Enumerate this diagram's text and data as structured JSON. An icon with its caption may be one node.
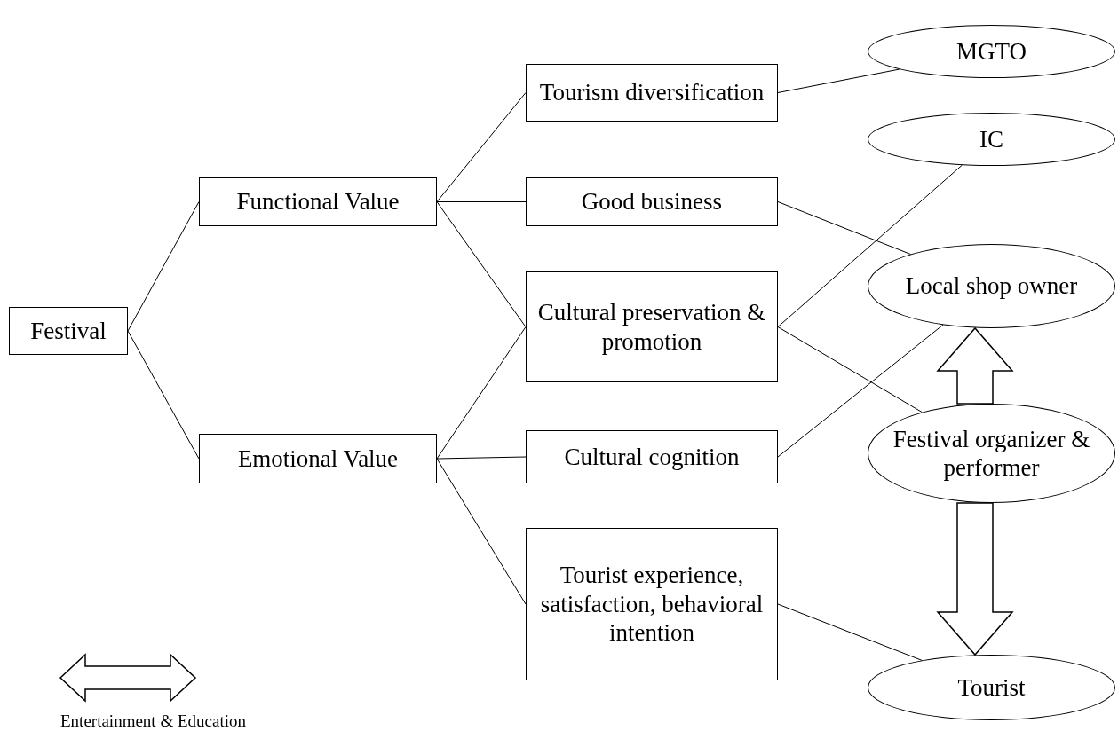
{
  "diagram": {
    "nodes": [
      {
        "text": [
          "Festival"
        ]
      },
      {
        "text": [
          "Functional Value"
        ]
      },
      {
        "text": [
          "Emotional Value"
        ]
      },
      {
        "text": [
          "Tourism diversification"
        ]
      },
      {
        "text": [
          "Good business"
        ]
      },
      {
        "text": [
          "Cultural preservation & promotion"
        ]
      },
      {
        "text": [
          "Cultural cognition"
        ]
      },
      {
        "text": [
          "Tourist experience, satisfaction, behavioral intention"
        ]
      },
      {
        "text": [
          "MGTO"
        ]
      },
      {
        "text": [
          "IC"
        ]
      },
      {
        "text": [
          "Local shop owner"
        ]
      },
      {
        "text": [
          "Festival organizer & performer"
        ]
      },
      {
        "text": [
          "Tourist"
        ]
      }
    ],
    "edges": [
      {
        "from": 0,
        "to": 1,
        "arrow": "none"
      },
      {
        "from": 0,
        "to": 2,
        "arrow": "none"
      },
      {
        "from": 1,
        "to": 3,
        "arrow": "none"
      },
      {
        "from": 1,
        "to": 4,
        "arrow": "none"
      },
      {
        "from": 1,
        "to": 5,
        "arrow": "none"
      },
      {
        "from": 2,
        "to": 5,
        "arrow": "none"
      },
      {
        "from": 2,
        "to": 6,
        "arrow": "none"
      },
      {
        "from": 2,
        "to": 7,
        "arrow": "none"
      },
      {
        "from": 3,
        "to": 8,
        "arrow": "none"
      },
      {
        "from": 4,
        "to": 10,
        "arrow": "none"
      },
      {
        "from": 5,
        "to": 9,
        "arrow": "none"
      },
      {
        "from": 5,
        "to": 11,
        "arrow": "none"
      },
      {
        "from": 6,
        "to": 10,
        "arrow": "none"
      },
      {
        "from": 7,
        "to": 12,
        "arrow": "none"
      },
      {
        "from": 11,
        "to": 10,
        "arrow": "to",
        "style": "thick"
      },
      {
        "from": 11,
        "to": 12,
        "arrow": "to",
        "style": "thick"
      }
    ],
    "legend": [
      {
        "text": "Entertainment & Education"
      }
    ]
  }
}
